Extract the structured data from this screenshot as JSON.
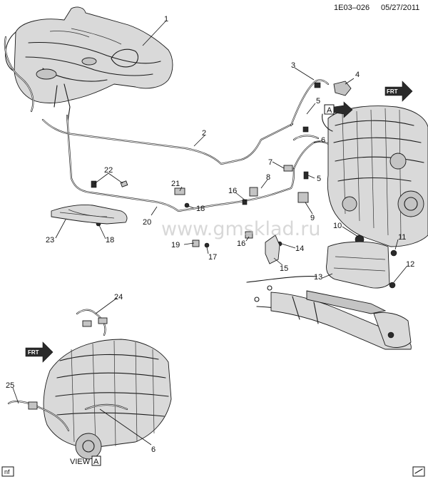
{
  "header": {
    "doc_id": "1E03–026",
    "date": "05/27/2011"
  },
  "watermark": "www.gmsklad.ru",
  "footer": {
    "view_label": "VIEW",
    "view_letter": "A",
    "corner_code": "nf"
  },
  "frt_label": "FRT",
  "view_marker_letter": "A",
  "callouts": [
    {
      "id": "c1",
      "text": "1"
    },
    {
      "id": "c2",
      "text": "2"
    },
    {
      "id": "c3",
      "text": "3"
    },
    {
      "id": "c4",
      "text": "4"
    },
    {
      "id": "c5a",
      "text": "5"
    },
    {
      "id": "c5b",
      "text": "5"
    },
    {
      "id": "c6a",
      "text": "6"
    },
    {
      "id": "c6b",
      "text": "6"
    },
    {
      "id": "c7",
      "text": "7"
    },
    {
      "id": "c8",
      "text": "8"
    },
    {
      "id": "c9",
      "text": "9"
    },
    {
      "id": "c10",
      "text": "10"
    },
    {
      "id": "c11",
      "text": "11"
    },
    {
      "id": "c12",
      "text": "12"
    },
    {
      "id": "c13",
      "text": "13"
    },
    {
      "id": "c14",
      "text": "14"
    },
    {
      "id": "c15",
      "text": "15"
    },
    {
      "id": "c16a",
      "text": "16"
    },
    {
      "id": "c16b",
      "text": "16"
    },
    {
      "id": "c17",
      "text": "17"
    },
    {
      "id": "c18a",
      "text": "18"
    },
    {
      "id": "c18b",
      "text": "18"
    },
    {
      "id": "c19",
      "text": "19"
    },
    {
      "id": "c20",
      "text": "20"
    },
    {
      "id": "c21",
      "text": "21"
    },
    {
      "id": "c22",
      "text": "22"
    },
    {
      "id": "c23",
      "text": "23"
    },
    {
      "id": "c24",
      "text": "24"
    },
    {
      "id": "c25",
      "text": "25"
    }
  ]
}
